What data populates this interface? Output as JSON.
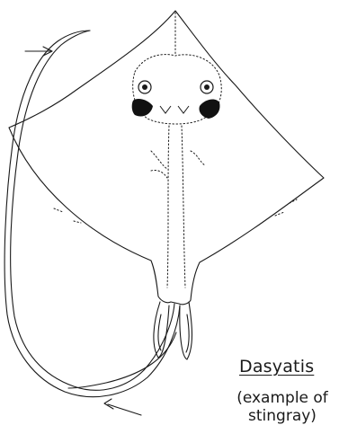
{
  "figure": {
    "genus_label": "Dasyatis",
    "caption_lines": [
      "(example of",
      "stingray)"
    ],
    "ink_color": "#1a1a1a",
    "spot_color": "#111111"
  }
}
